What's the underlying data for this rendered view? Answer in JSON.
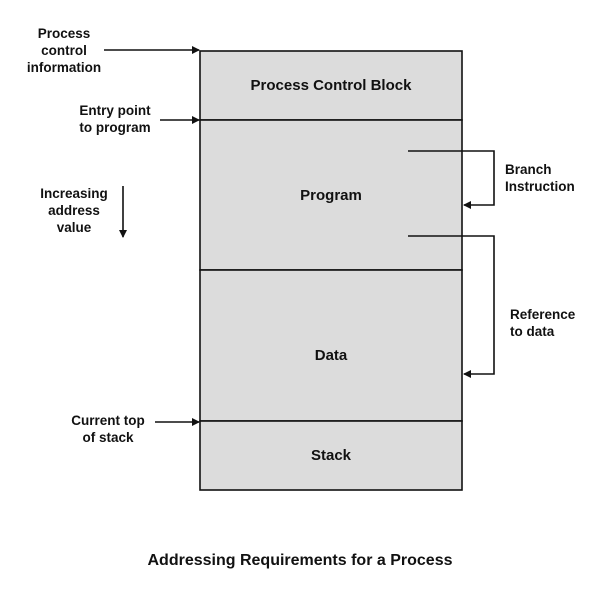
{
  "colors": {
    "block_fill": "#dcdcdc",
    "stroke": "#111111",
    "background": "#ffffff"
  },
  "blocks": {
    "pcb": "Process Control Block",
    "program": "Program",
    "data": "Data",
    "stack": "Stack"
  },
  "left_labels": {
    "process_control_information": [
      "Process",
      "control",
      "information"
    ],
    "entry_point": [
      "Entry point",
      "to program"
    ],
    "increasing_address": [
      "Increasing",
      "address",
      "value"
    ],
    "current_top_of_stack": [
      "Current top",
      "of stack"
    ]
  },
  "right_labels": {
    "branch_instruction": [
      "Branch",
      "Instruction"
    ],
    "reference_to_data": [
      "Reference",
      "to data"
    ]
  },
  "caption": "Addressing Requirements for a Process"
}
